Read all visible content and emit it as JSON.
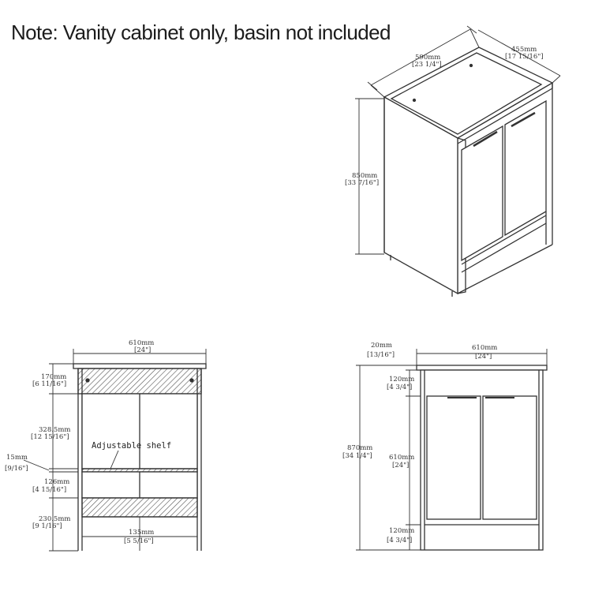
{
  "note": "Note: Vanity cabinet only, basin not included",
  "iso_view": {
    "width": {
      "mm": "590mm",
      "in": "[23 1/4\"]"
    },
    "depth": {
      "mm": "455mm",
      "in": "[17 15/16\"]"
    },
    "height": {
      "mm": "850mm",
      "in": "[33 7/16\"]"
    }
  },
  "section_view": {
    "width": {
      "mm": "610mm",
      "in": "[24\"]"
    },
    "top_rail": {
      "mm": "170mm",
      "in": "[6 11/16\"]"
    },
    "upper_space": {
      "mm": "328.5mm",
      "in": "[12 15/16\"]"
    },
    "shelf_thickness": {
      "mm": "15mm",
      "in": "[9/16\"]"
    },
    "lower_space": {
      "mm": "126mm",
      "in": "[4 15/16\"]"
    },
    "base_space": {
      "mm": "230.5mm",
      "in": "[9 1/16\"]"
    },
    "bottom_gap": {
      "mm": "135mm",
      "in": "[5 5/16\"]"
    },
    "shelf_label": "Adjustable shelf"
  },
  "front_view": {
    "top_thickness": {
      "mm": "20mm",
      "in": "[13/16\"]"
    },
    "width": {
      "mm": "610mm",
      "in": "[24\"]"
    },
    "total_height": {
      "mm": "870mm",
      "in": "[34 1/4\"]"
    },
    "upper": {
      "mm": "120mm",
      "in": "[4 3/4\"]"
    },
    "door_height": {
      "mm": "610mm",
      "in": "[24\"]"
    },
    "lower": {
      "mm": "120mm",
      "in": "[4 3/4\"]"
    }
  }
}
